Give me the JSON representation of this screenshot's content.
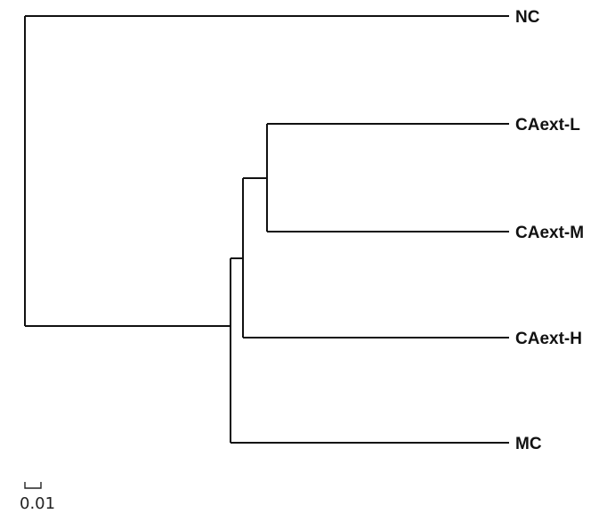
{
  "tree": {
    "leaves": [
      {
        "key": "nc",
        "label": "NC"
      },
      {
        "key": "caext-l",
        "label": "CAext-L"
      },
      {
        "key": "caext-m",
        "label": "CAext-M"
      },
      {
        "key": "caext-h",
        "label": "CAext-H"
      },
      {
        "key": "mc",
        "label": "MC"
      }
    ]
  },
  "scale_bar": {
    "label": "0.01"
  },
  "colors": {
    "line": "#111111",
    "background": "#ffffff"
  }
}
